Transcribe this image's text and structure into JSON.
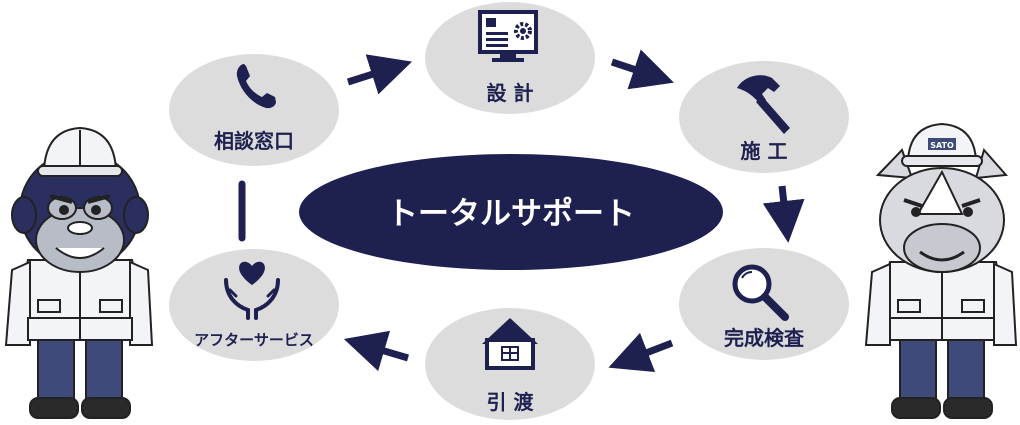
{
  "center": {
    "label": "トータルサポート"
  },
  "steps": [
    {
      "id": "consult",
      "label": "相談窓口",
      "icon": "phone-icon"
    },
    {
      "id": "design",
      "label": "設 計",
      "icon": "monitor-gear-icon"
    },
    {
      "id": "construction",
      "label": "施 工",
      "icon": "hammer-icon"
    },
    {
      "id": "inspection",
      "label": "完成検査",
      "icon": "magnifier-icon"
    },
    {
      "id": "handover",
      "label": "引 渡",
      "icon": "house-icon"
    },
    {
      "id": "aftercare",
      "label": "アフターサービス",
      "icon": "hands-heart-icon"
    }
  ],
  "mascots": {
    "left": {
      "icon": "gorilla-mascot-icon",
      "helmet_text": ""
    },
    "right": {
      "icon": "rhino-mascot-icon",
      "helmet_text": "SATO"
    }
  },
  "colors": {
    "navy": "#1e2050",
    "node_bg": "#dcdcdc",
    "white": "#ffffff",
    "pants": "#3e4a7a"
  }
}
